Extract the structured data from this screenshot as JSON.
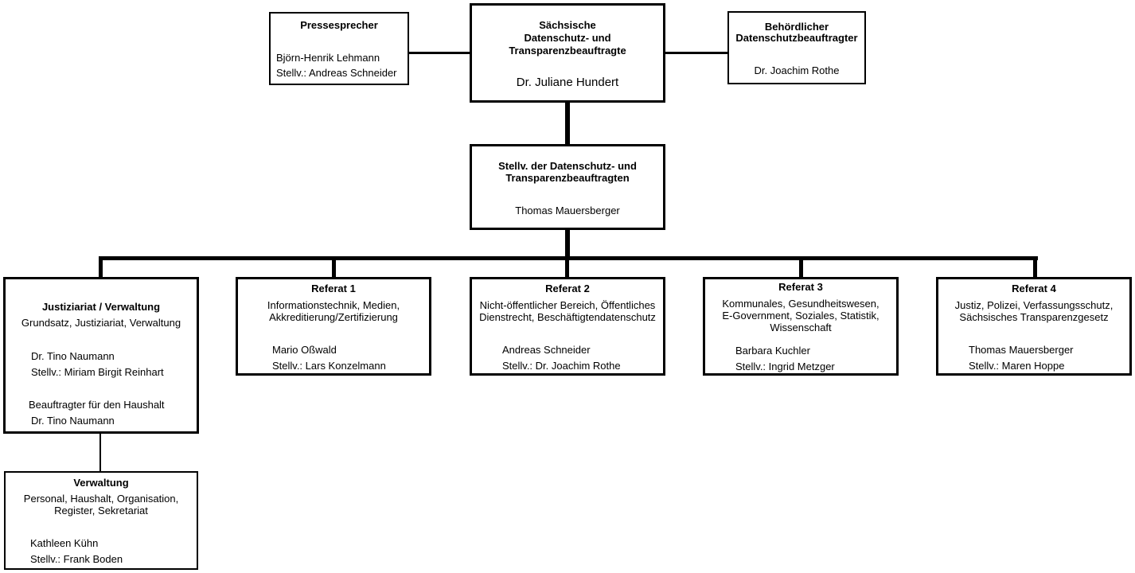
{
  "head": {
    "title_1": "Sächsische",
    "title_2": "Datenschutz- und",
    "title_3": "Transparenzbeauftragte",
    "name": "Dr. Juliane Hundert"
  },
  "press": {
    "title": "Pressesprecher",
    "person": "Björn-Henrik Lehmann",
    "deputy": "Stellv.: Andreas Schneider"
  },
  "dpo": {
    "title_1": "Behördlicher",
    "title_2": "Datenschutzbeauftragter",
    "person": "Dr. Joachim Rothe"
  },
  "deputy": {
    "title_1": "Stellv. der Datenschutz- und",
    "title_2": "Transparenzbeauftragten",
    "person": "Thomas Mauersberger"
  },
  "justiz": {
    "title": "Justiziariat / Verwaltung",
    "subtitle": "Grundsatz, Justiziariat, Verwaltung",
    "person": "Dr. Tino Naumann",
    "deputy": "Stellv.: Miriam Birgit Reinhart",
    "budget_label": "Beauftragter für den Haushalt",
    "budget_person": "Dr. Tino Naumann"
  },
  "ref1": {
    "title": "Referat 1",
    "desc_1": "Informationstechnik, Medien,",
    "desc_2": "Akkreditierung/Zertifizierung",
    "person": "Mario Oßwald",
    "deputy": "Stellv.: Lars Konzelmann"
  },
  "ref2": {
    "title": "Referat 2",
    "desc_1": "Nicht-öffentlicher Bereich, Öffentliches",
    "desc_2": "Dienstrecht, Beschäftigtendatenschutz",
    "person": "Andreas Schneider",
    "deputy": "Stellv.: Dr. Joachim Rothe"
  },
  "ref3": {
    "title": "Referat 3",
    "desc_1": "Kommunales, Gesundheitswesen,",
    "desc_2": "E-Government, Soziales, Statistik,",
    "desc_3": "Wissenschaft",
    "person": "Barbara Kuchler",
    "deputy": "Stellv.: Ingrid Metzger"
  },
  "ref4": {
    "title": "Referat 4",
    "desc_1": "Justiz, Polizei, Verfassungsschutz,",
    "desc_2": "Sächsisches Transparenzgesetz",
    "person": "Thomas Mauersberger",
    "deputy": "Stellv.: Maren Hoppe"
  },
  "verwaltung": {
    "title": "Verwaltung",
    "desc_1": "Personal, Haushalt, Organisation,",
    "desc_2": "Register, Sekretariat",
    "person": "Kathleen Kühn",
    "deputy": "Stellv.: Frank Boden"
  }
}
